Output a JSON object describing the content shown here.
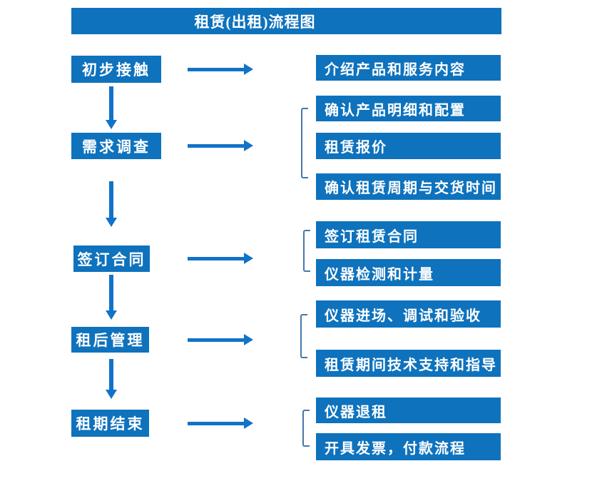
{
  "title": "租赁(出租)流程图",
  "colors": {
    "box_blue": "#0e72bd",
    "arrow_blue": "#1173c8",
    "bracket_blue": "#4579ab",
    "text_white": "#ffffff"
  },
  "flow": {
    "stages": [
      {
        "label": "初步接触",
        "items": [
          "介绍产品和服务内容"
        ]
      },
      {
        "label": "需求调查",
        "items": [
          "确认产品明细和配置",
          "租赁报价",
          "确认租赁周期与交货时间"
        ]
      },
      {
        "label": "签订合同",
        "items": [
          "签订租赁合同",
          "仪器检测和计量"
        ]
      },
      {
        "label": "租后管理",
        "items": [
          "仪器进场、调试和验收",
          "租赁期间技术支持和指导"
        ]
      },
      {
        "label": "租期结束",
        "items": [
          "仪器退租",
          "开具发票，付款流程"
        ]
      }
    ]
  }
}
